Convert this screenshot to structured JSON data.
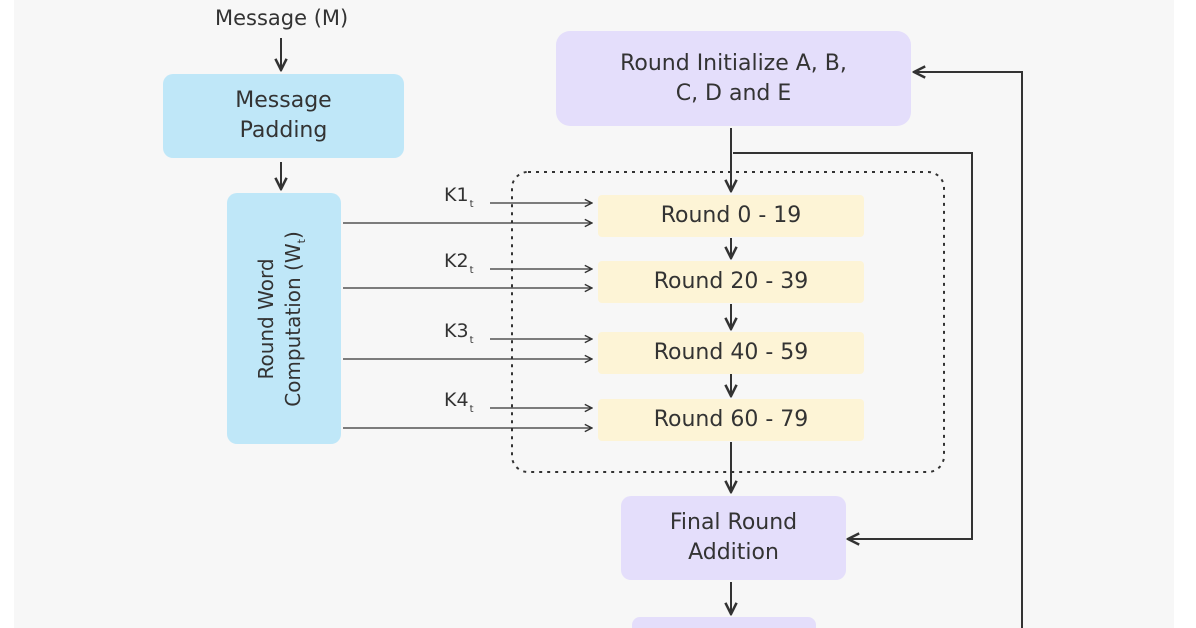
{
  "message_label": "Message (M)",
  "padding_box": {
    "line1": "Message",
    "line2": "Padding"
  },
  "word_box": {
    "line1": "Round Word",
    "line2": "Computation (W",
    "sub": "t",
    "close": ")"
  },
  "init_box": {
    "line1": "Round Initialize A, B,",
    "line2": "C, D and E"
  },
  "constants": [
    {
      "name": "K1",
      "sub": "t"
    },
    {
      "name": "K2",
      "sub": "t"
    },
    {
      "name": "K3",
      "sub": "t"
    },
    {
      "name": "K4",
      "sub": "t"
    }
  ],
  "rounds": [
    "Round 0 - 19",
    "Round 20 - 39",
    "Round 40 - 59",
    "Round 60 - 79"
  ],
  "final_box": {
    "line1": "Final Round",
    "line2": "Addition"
  },
  "colors": {
    "blue": "#bfe7f8",
    "purple": "#e4defb",
    "yellow": "#fdf4d6",
    "line": "#333333"
  }
}
